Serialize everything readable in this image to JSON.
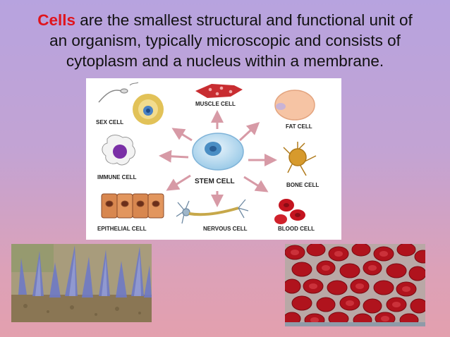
{
  "title": {
    "highlight": "Cells",
    "line1_rest": " are the smallest structural and functional unit of",
    "line2": "an organism, typically microscopic and consists of",
    "line3": "cytoplasm and a nucleus within a membrane."
  },
  "diagram": {
    "center_label": "STEM CELL",
    "labels": {
      "sex": "SEX CELL",
      "muscle": "MUSCLE CELL",
      "fat": "FAT CELL",
      "immune": "IMMUNE CELL",
      "bone": "BONE CELL",
      "epithelial": "EPITHELIAL CELL",
      "nervous": "NERVOUS CELL",
      "blood": "BLOOD CELL"
    }
  },
  "colors": {
    "highlight": "#e0141c",
    "arrow": "#d79aa6",
    "blood": "#c4141f"
  }
}
